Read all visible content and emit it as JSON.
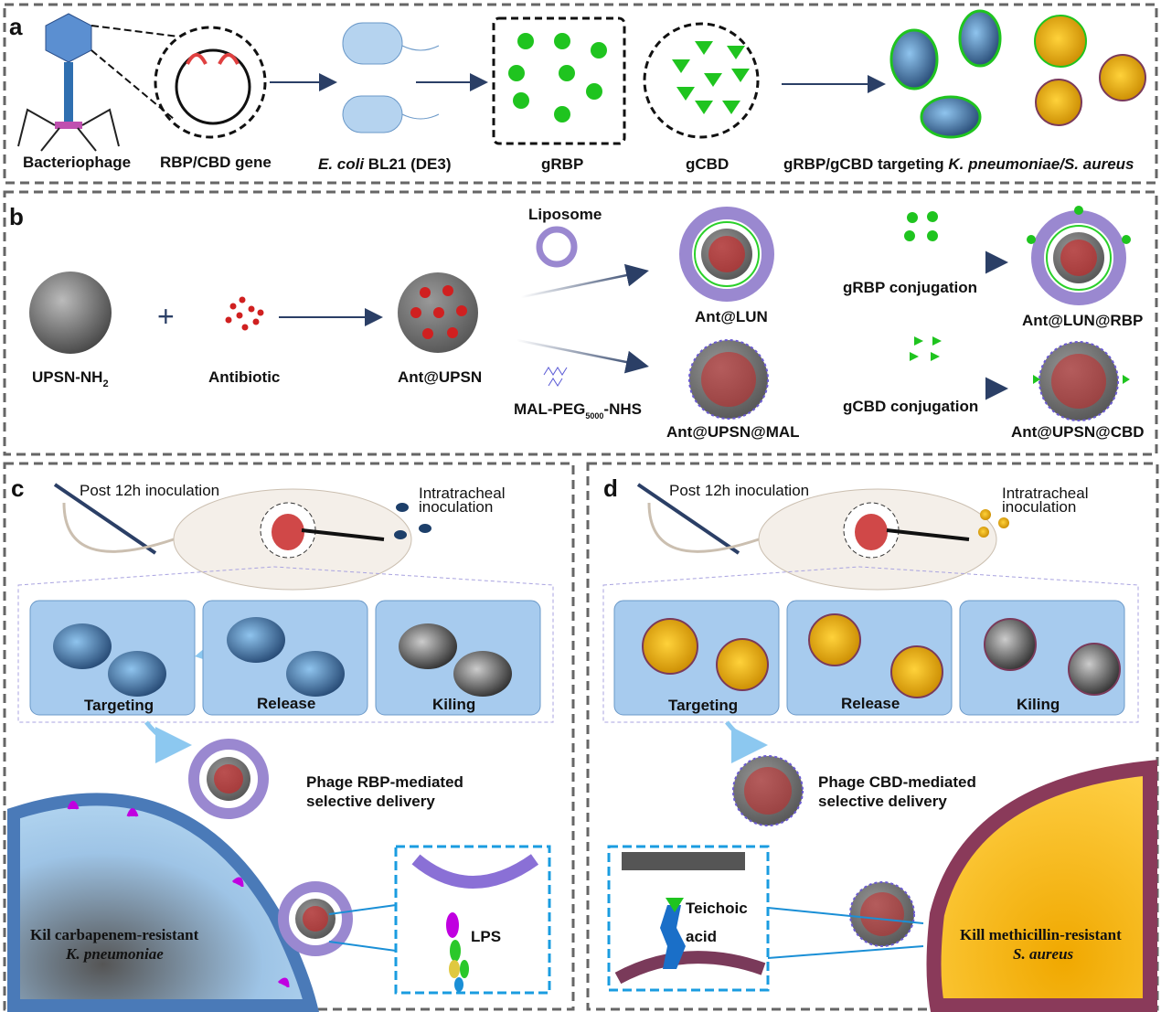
{
  "panel_a": {
    "letter": "a",
    "labels": {
      "bacteriophage": "Bacteriophage",
      "gene": "RBP/CBD gene",
      "ecoli_italic": "E. coli",
      "ecoli_rest": " BL21 (DE3)",
      "grbp": "gRBP",
      "gcbd": "gCBD",
      "targeting_prefix": "gRBP/gCBD targeting ",
      "targeting_italic": "K. pneumoniae/S. aureus"
    }
  },
  "panel_b": {
    "letter": "b",
    "labels": {
      "upsn": "UPSN-NH",
      "upsn_sub": "2",
      "plus": "+",
      "antibiotic": "Antibiotic",
      "ant_upsn": "Ant@UPSN",
      "liposome": "Liposome",
      "mal_peg": "MAL-PEG",
      "mal_peg_sub": "5000",
      "mal_peg_suffix": "-NHS",
      "ant_lun": "Ant@LUN",
      "ant_upsn_mal": "Ant@UPSN@MAL",
      "grbp_conj": "gRBP conjugation",
      "gcbd_conj": "gCBD conjugation",
      "ant_lun_rbp": "Ant@LUN@RBP",
      "ant_upsn_cbd": "Ant@UPSN@CBD"
    }
  },
  "panel_c": {
    "letter": "c",
    "post": "Post 12h inoculation",
    "intra1": "Intratracheal",
    "intra2": "inoculation",
    "steps": [
      "Targeting",
      "Release",
      "Kiling"
    ],
    "delivery1": "Phage RBP-mediated",
    "delivery2": "selective delivery",
    "kill1": "Kil carbapenem-resistant",
    "kill2": "K. pneumoniae",
    "inset": "LPS"
  },
  "panel_d": {
    "letter": "d",
    "post": "Post 12h inoculation",
    "intra1": "Intratracheal",
    "intra2": "inoculation",
    "steps": [
      "Targeting",
      "Release",
      "Kiling"
    ],
    "delivery1": "Phage CBD-mediated",
    "delivery2": "selective delivery",
    "kill1": "Kill methicillin-resistant",
    "kill2": "S. aureus",
    "inset1": "Teichoic",
    "inset2": "acid"
  },
  "colors": {
    "green": "#22c322",
    "red": "#c81e1e",
    "blue_cell": "#2a6fb5",
    "gold": "#e6a817",
    "navy_arrow": "#2b3f66"
  }
}
